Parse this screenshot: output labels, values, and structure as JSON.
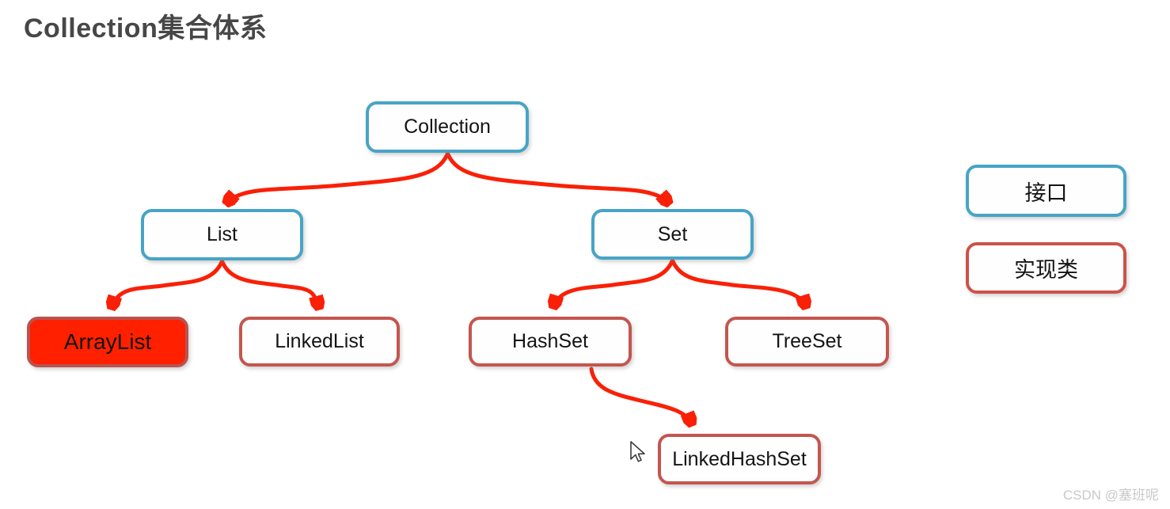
{
  "page": {
    "title": "Collection集合体系",
    "watermark": "CSDN @塞班呢"
  },
  "nodes": {
    "collection": {
      "label": "Collection",
      "type": "interface"
    },
    "list": {
      "label": "List",
      "type": "interface"
    },
    "set": {
      "label": "Set",
      "type": "interface"
    },
    "arraylist": {
      "label": "ArrayList",
      "type": "implementation",
      "highlighted": true
    },
    "linkedlist": {
      "label": "LinkedList",
      "type": "implementation"
    },
    "hashset": {
      "label": "HashSet",
      "type": "implementation"
    },
    "treeset": {
      "label": "TreeSet",
      "type": "implementation"
    },
    "linkedhashset": {
      "label": "LinkedHashSet",
      "type": "implementation"
    }
  },
  "edges": [
    {
      "from": "collection",
      "to": "list"
    },
    {
      "from": "collection",
      "to": "set"
    },
    {
      "from": "list",
      "to": "arraylist"
    },
    {
      "from": "list",
      "to": "linkedlist"
    },
    {
      "from": "set",
      "to": "hashset"
    },
    {
      "from": "set",
      "to": "treeset"
    },
    {
      "from": "hashset",
      "to": "linkedhashset"
    }
  ],
  "legend": {
    "interface_label": "接口",
    "implementation_label": "实现类"
  },
  "colors": {
    "interface_border": "#47a4c6",
    "implementation_border": "#c3564f",
    "highlight_fill": "#ff2000",
    "arrow": "#f92007",
    "title_text": "#474747",
    "watermark_text": "#c9c9c9"
  }
}
